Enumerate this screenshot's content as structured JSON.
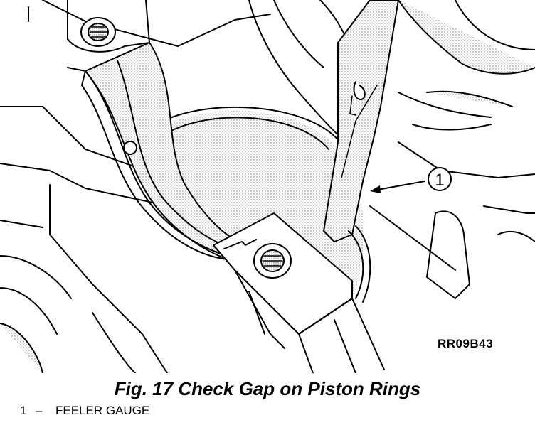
{
  "figure": {
    "callout_number": "1",
    "reference_code": "RR09B43",
    "caption": "Fig. 17 Check Gap on Piston Rings",
    "legend": [
      {
        "number": "1",
        "separator": "–",
        "label": "FEELER GAUGE"
      }
    ]
  }
}
